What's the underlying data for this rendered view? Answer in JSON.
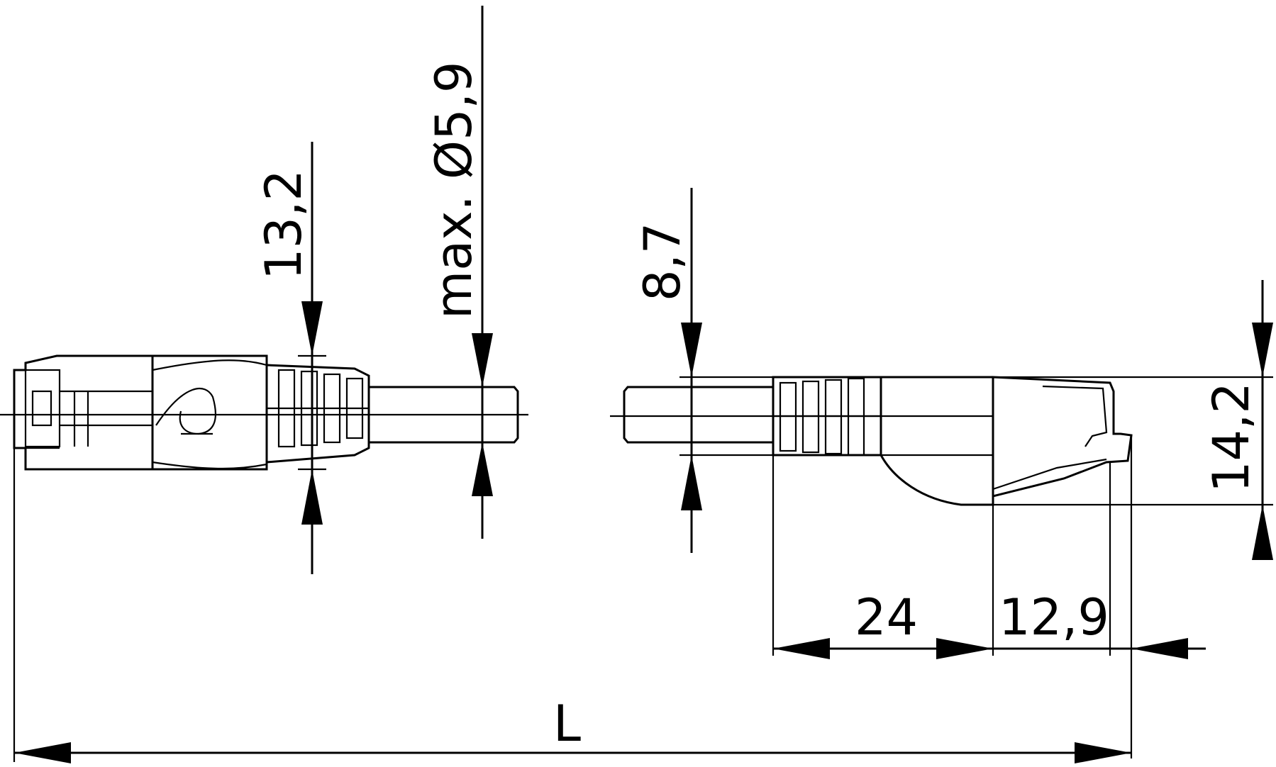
{
  "dimensions": {
    "plug_height": "13,2",
    "cable_diameter": "max. Ø5,9",
    "cable_gap": "8,7",
    "plug_overall_height": "14,2",
    "boot_length": "24",
    "plug_length": "12,9",
    "total_length": "L"
  },
  "colors": {
    "line": "#000000",
    "background": "#ffffff"
  }
}
